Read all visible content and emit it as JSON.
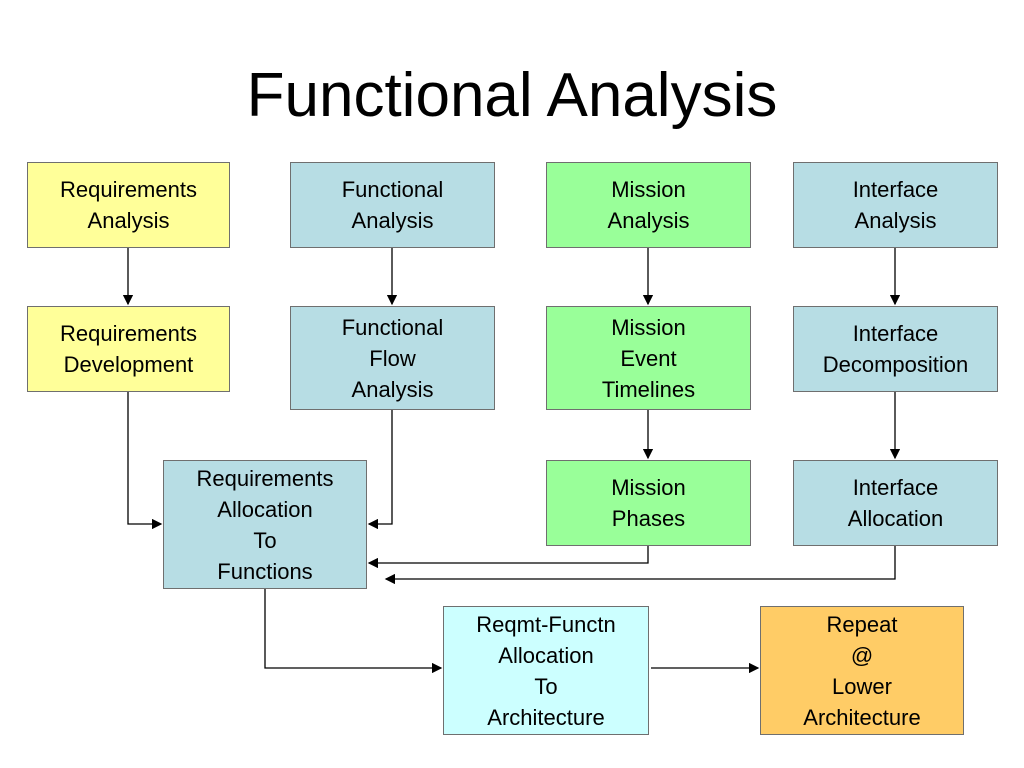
{
  "title": "Functional Analysis",
  "colors": {
    "yellow": "#ffff99",
    "teal": "#b7dde4",
    "green": "#99ff99",
    "light_cyan": "#ccffff",
    "orange": "#ffcc66",
    "line": "#000000"
  },
  "boxes": {
    "requirements_analysis": "Requirements\nAnalysis",
    "functional_analysis": "Functional\nAnalysis",
    "mission_analysis": "Mission\nAnalysis",
    "interface_analysis": "Interface\nAnalysis",
    "requirements_development": "Requirements\nDevelopment",
    "functional_flow_analysis": "Functional\nFlow\nAnalysis",
    "mission_event_timelines": "Mission\nEvent\nTimelines",
    "interface_decomposition": "Interface\nDecomposition",
    "requirements_allocation": "Requirements\nAllocation\nTo\nFunctions",
    "mission_phases": "Mission\nPhases",
    "interface_allocation": "Interface\nAllocation",
    "reqmt_functn_allocation": "Reqmt-Functn\nAllocation\nTo\nArchitecture",
    "repeat_lower": "Repeat\n@\nLower\nArchitecture"
  }
}
